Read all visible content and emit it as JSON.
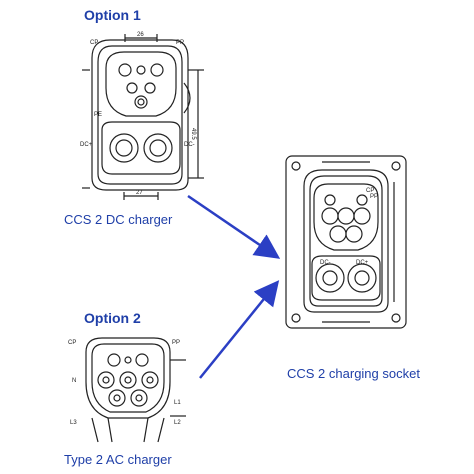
{
  "option1": {
    "heading": "Option 1",
    "caption": "CCS 2 DC charger",
    "labels": {
      "cp": "CP",
      "pp": "PP",
      "pe": "PE",
      "dc_plus": "DC+",
      "dc_minus": "DC-",
      "dim_top": "26",
      "dim_bottom": "27",
      "dim_side": "49.5"
    }
  },
  "option2": {
    "heading": "Option 2",
    "caption": "Type 2 AC charger",
    "labels": {
      "cp": "CP",
      "pp": "PP",
      "n": "N",
      "l1": "L1",
      "l2": "L2",
      "l3": "L3"
    }
  },
  "socket": {
    "caption": "CCS 2 charging socket",
    "labels": {
      "dc_minus": "DC-",
      "dc_plus": "DC+",
      "cp": "CP",
      "pp": "PP"
    }
  },
  "colors": {
    "text": "#1f3fa8",
    "arrow": "#2b3fc4",
    "line": "#222222"
  }
}
